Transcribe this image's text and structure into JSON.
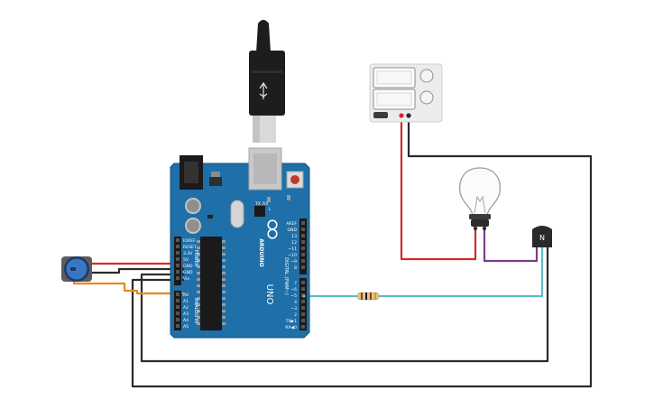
{
  "board": {
    "model": "UNO",
    "brand": "ARDUINO",
    "section_digital": "DIGITAL (PWM~)",
    "section_power": "POWER",
    "section_analog": "ANALOG IN",
    "led_tx": "TX",
    "led_rx": "RX",
    "led_l": "L",
    "power_pins": [
      "IOREF",
      "RESET",
      "3.3V",
      "5V",
      "GND",
      "GND",
      "Vin"
    ],
    "analog_pins": [
      "A0",
      "A1",
      "A2",
      "A3",
      "A4",
      "A5"
    ],
    "top_pins": [
      "AREF",
      "GND",
      "13",
      "12",
      "~11",
      "~10",
      "~9",
      "8"
    ],
    "digital_pins": [
      "7",
      "~6",
      "~5",
      "4",
      "~3",
      "2",
      "TX▶1",
      "RX◀0"
    ]
  },
  "transistor": {
    "label": "N"
  },
  "colors": {
    "board": "#1f6fa8",
    "board_edge": "#16557f",
    "wire_red": "#d42a2a",
    "wire_black": "#2b2b2b",
    "wire_orange": "#e68a1c",
    "wire_teal": "#5fbcc4",
    "wire_purple": "#7a3c8c",
    "potentiometer": "#3a76c4"
  },
  "icons": {
    "usb_cable": "usb-cable-icon",
    "power_supply": "power-supply-icon",
    "light_bulb": "light-bulb-icon",
    "resistor": "resistor-icon",
    "potentiometer": "potentiometer-icon",
    "transistor": "npn-transistor-icon"
  }
}
